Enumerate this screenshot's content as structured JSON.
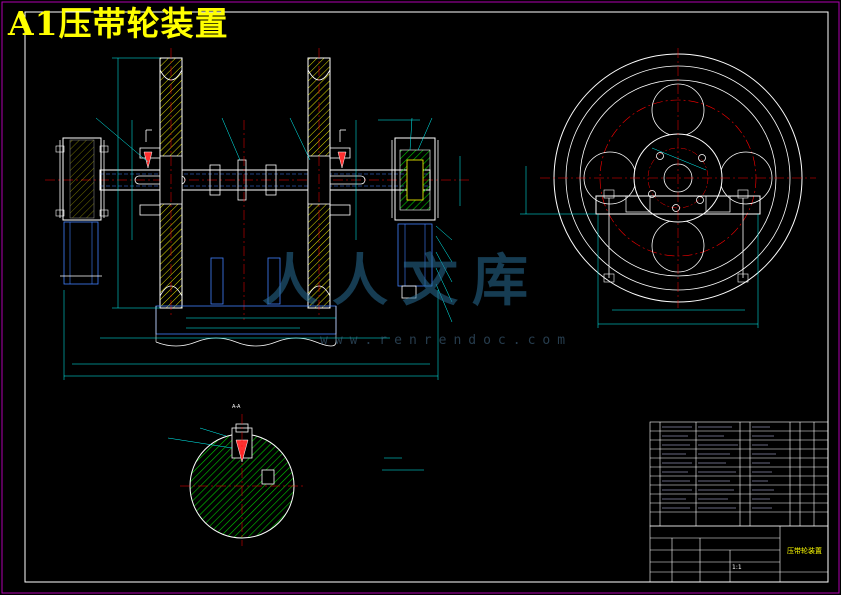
{
  "title": "A1压带轮装置",
  "watermark": {
    "main": "人人文库",
    "url": "www.renrendoc.com"
  },
  "title_block": {
    "drawing_name": "压带轮装置",
    "scale": "1:1"
  },
  "section_label": "A-A",
  "colors": {
    "background": "#000000",
    "title": "#ffff00",
    "outline": "#ffffff",
    "dimension": "#00ffff",
    "centerline": "#ff0000",
    "section_hatch": "#00ff00",
    "hidden": "#4080ff",
    "part_fill": "#ffff00"
  }
}
